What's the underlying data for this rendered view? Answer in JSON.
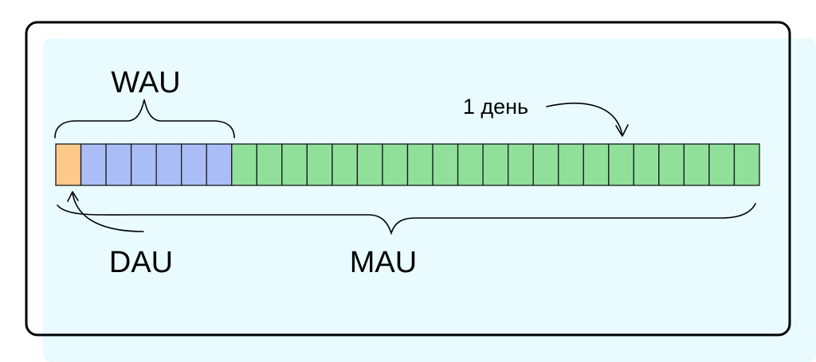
{
  "labels": {
    "wau": "WAU",
    "day": "1 день",
    "dau": "DAU",
    "mau": "MAU"
  },
  "cells": {
    "count": 28,
    "groups": [
      {
        "name": "dau",
        "count": 1,
        "color": "#FDC98B"
      },
      {
        "name": "wau",
        "count": 6,
        "color": "#AABDF7"
      },
      {
        "name": "mau",
        "count": 21,
        "color": "#90E09A"
      }
    ],
    "border_color": "#1a1a1a"
  },
  "colors": {
    "panel_background": "#E9FBFF",
    "frame_border": "#000000"
  }
}
